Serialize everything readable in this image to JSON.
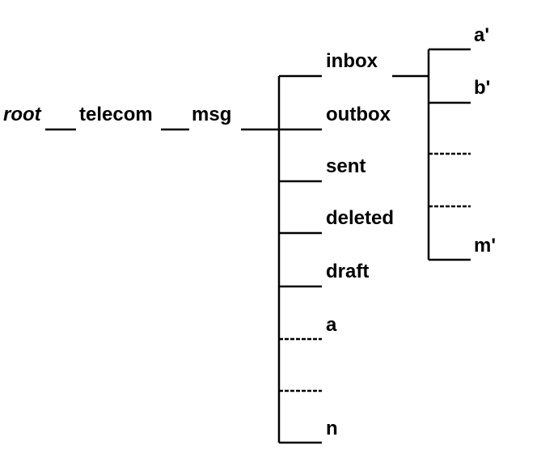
{
  "diagram": {
    "root": "root",
    "path": [
      "telecom",
      "msg"
    ],
    "msg_children": [
      "inbox",
      "outbox",
      "sent",
      "deleted",
      "draft",
      "a",
      "",
      "n"
    ],
    "inbox_children": [
      "a'",
      "b'",
      "",
      "",
      "m'"
    ],
    "colors": {
      "line": "#000000",
      "text": "#000000",
      "background": "#ffffff"
    }
  }
}
